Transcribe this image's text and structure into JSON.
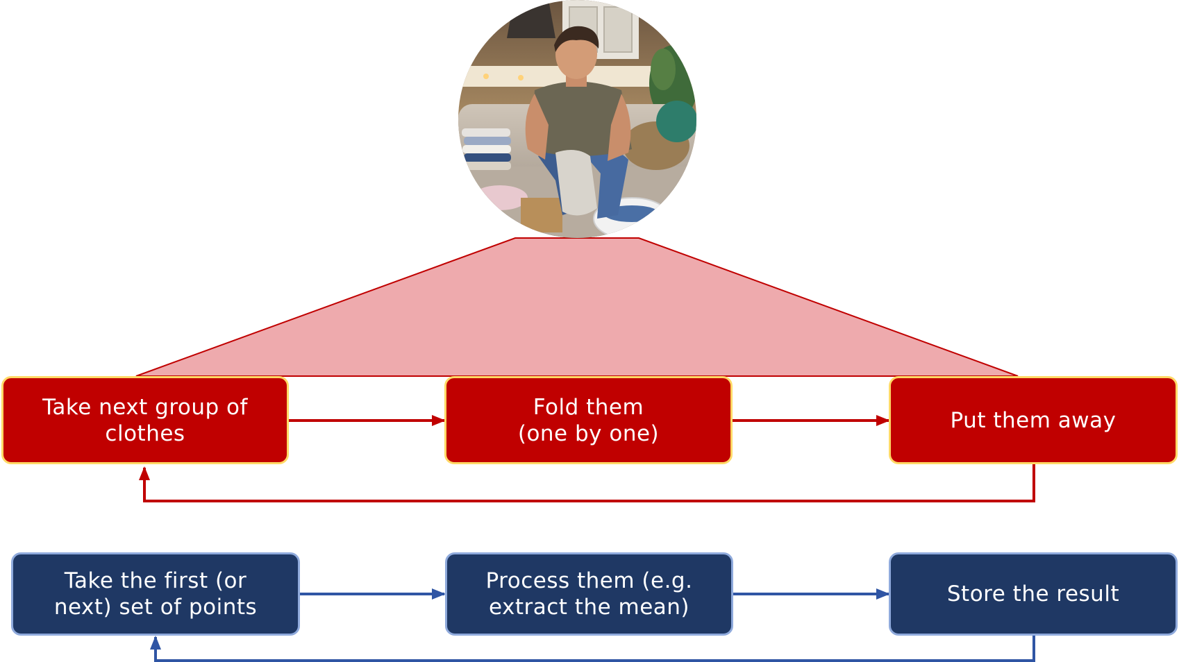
{
  "photo": {
    "description_icon": "person-folding-laundry-photo"
  },
  "top_flow": {
    "boxes": [
      {
        "label": "Take next group of\nclothes"
      },
      {
        "label": "Fold them\n(one by one)"
      },
      {
        "label": "Put them away"
      }
    ],
    "colors": {
      "fill": "#c00000",
      "border": "#ffd966",
      "arrow": "#c00000",
      "wedge_fill": "#eeaaad",
      "wedge_stroke": "#c00000"
    }
  },
  "bottom_flow": {
    "boxes": [
      {
        "label": "Take the first (or\nnext) set of points"
      },
      {
        "label": "Process them (e.g.\nextract the mean)"
      },
      {
        "label": "Store the result"
      }
    ],
    "colors": {
      "fill": "#1f3864",
      "border": "#8faadc",
      "arrow": "#2f55a4"
    }
  }
}
